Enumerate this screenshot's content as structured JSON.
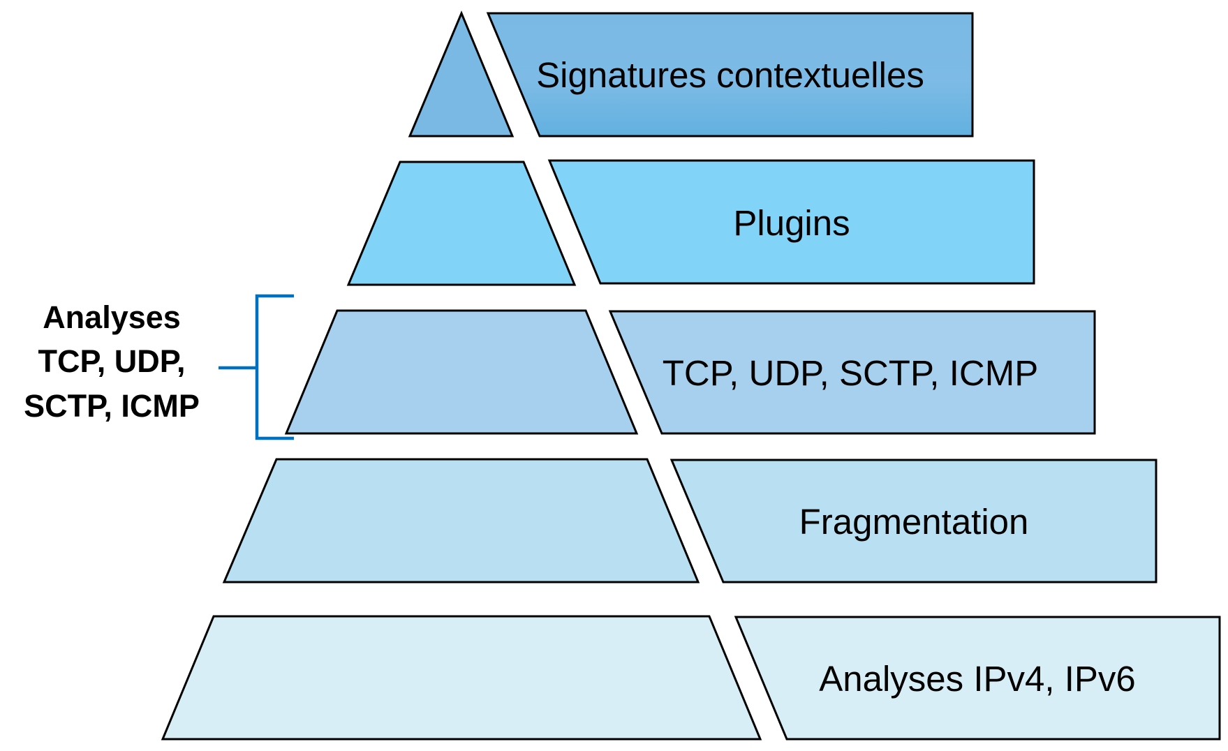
{
  "diagram": {
    "type": "layered-pyramid",
    "layers": [
      {
        "label": "Signatures contextuelles",
        "fill": "#79b9e4",
        "fill_bottom": "#62b0e0"
      },
      {
        "label": "Plugins",
        "fill": "#81d4f8"
      },
      {
        "label": "TCP, UDP, SCTP, ICMP",
        "fill": "#a7cfee"
      },
      {
        "label": "Fragmentation",
        "fill": "#b8e0f2"
      },
      {
        "label": "Analyses IPv4, IPv6",
        "fill": "#d8eef7"
      }
    ],
    "side_annotation": {
      "lines": [
        "Analyses",
        "TCP, UDP,",
        "SCTP, ICMP"
      ],
      "bracket_color": "#0070C0",
      "applies_to_layer": 3
    }
  }
}
